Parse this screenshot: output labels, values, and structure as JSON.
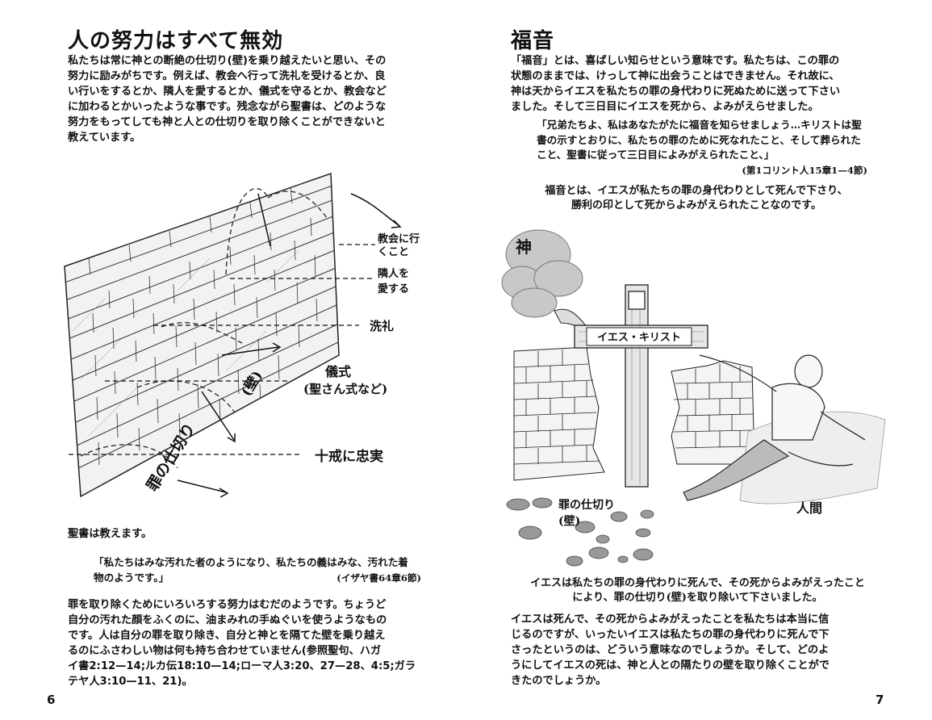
{
  "left_page": {
    "title": "人の努力はすべて無効",
    "intro": [
      "私たちは常に神との断絶の仕切り(壁)を乗り越えたいと思い、その",
      "努力に励みがちです。例えば、教会へ行って洗礼を受けるとか、良",
      "い行いをするとか、隣人を愛するとか、儀式を守るとか、教会など",
      "に加わるとかいったような事です。残念ながら聖書は、どのような",
      "努力をもってしても神と人との仕切りを取り除くことができないと",
      "教えています。"
    ],
    "illustration": {
      "label_church_1": "教会に行",
      "label_church_2": "くこと",
      "label_love_1": "隣人を",
      "label_love_2": "愛する",
      "label_baptism": "洗礼",
      "label_ritual_1": "儀式",
      "label_ritual_2": "(聖さん式など)",
      "label_commandments": "十戒に忠実",
      "wall_label_1": "罪の仕切り",
      "wall_label_2": "(壁)"
    },
    "bible_teaches": "聖書は教えます。",
    "quote": [
      "「私たちはみな汚れた者のようになり、私たちの義はみな、汚れた着",
      "物のようです。」"
    ],
    "quote_ref": "(イザヤ書64章6節)",
    "conclusion": [
      "罪を取り除くためにいろいろする努力はむだのようです。ちょうど",
      "自分の汚れた顔をふくのに、油まみれの手ぬぐいを使うようなもの",
      "です。人は自分の罪を取り除き、自分と神とを隔てた壁を乗り越え",
      "るのにふさわしい物は何も持ち合わせていません(参照聖句、ハガ",
      "イ書2:12—14;ルカ伝18:10—14;ローマ人3:20、27—28、4:5;ガラ",
      "テヤ人3:10—11、21)。"
    ],
    "page_number": "6"
  },
  "right_page": {
    "title": "福音",
    "intro": [
      "「福音」とは、喜ばしい知らせという意味です。私たちは、この罪の",
      "状態のままでは、けっして神に出会うことはできません。それ故に、",
      "神は天からイエスを私たちの罪の身代わりに死ぬために送って下さい",
      "ました。そして三日目にイエスを死から、よみがえらせました。"
    ],
    "quote": [
      "「兄弟たちよ、私はあなたがたに福音を知らせましょう…キリストは聖",
      "書の示すとおりに、私たちの罪のために死なれたこと、そして葬られた",
      "こと、聖書に従って三日目によみがえられたこと、」"
    ],
    "quote_ref": "(第1コリント人15章1—4節)",
    "summary": [
      "福音とは、イエスが私たちの罪の身代わりとして死んで下さり、",
      "勝利の印として死からよみがえられたことなのです。"
    ],
    "illustration": {
      "god_label": "神",
      "cross_sign": "イエス・キリスト",
      "wall_label_1": "罪の仕切り",
      "wall_label_2": "(壁)",
      "man_label": "人間"
    },
    "caption": [
      "イエスは私たちの罪の身代わりに死んで、その死からよみがえったこと",
      "により、罪の仕切り(壁)を取り除いて下さいました。"
    ],
    "closing": [
      "イエスは死んで、その死からよみがえったことを私たちは本当に信",
      "じるのですが、いったいイエスは私たちの罪の身代わりに死んで下",
      "さったというのは、どういう意味なのでしょうか。そして、どのよ",
      "うにしてイエスの死は、神と人との隔たりの壁を取り除くことがで",
      "きたのでしょうか。"
    ],
    "page_number": "7"
  }
}
